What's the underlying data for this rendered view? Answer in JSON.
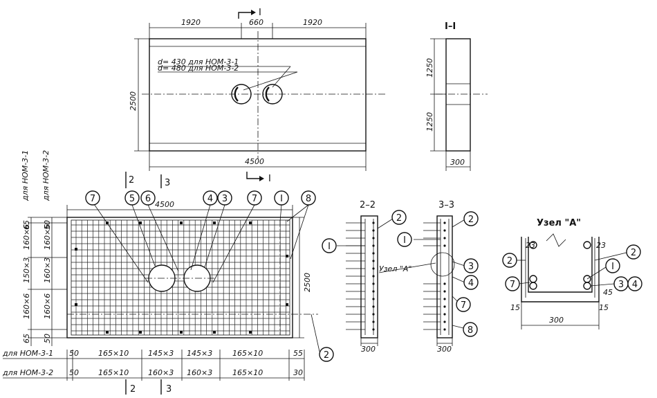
{
  "plan": {
    "dim_left": "1920",
    "dim_mid": "660",
    "dim_right": "1920",
    "dim_height": "2500",
    "dim_length": "4500",
    "hole_note_1": "d= 430  для НОМ-3-1",
    "hole_note_2": "d= 480  для НОМ-3-2",
    "section_mark": "I"
  },
  "section_I": {
    "title": "I–I",
    "dim_top": "1250",
    "dim_bottom": "1250",
    "dim_width": "300"
  },
  "reinforcement": {
    "dim_length": "4500",
    "dim_height": "2500",
    "left_col1_label": "для НОМ-3-1",
    "left_col2_label": "для НОМ-3-2",
    "left_dims_col1": [
      "65",
      "160×6",
      "150×3",
      "160×6",
      "65"
    ],
    "left_dims_col2": [
      "50",
      "160×6",
      "160×3",
      "160×6",
      "50"
    ],
    "row1_label": "для НОМ-3-1",
    "row1_dims": [
      "50",
      "165×10",
      "145×3",
      "145×3",
      "165×10",
      "55"
    ],
    "row2_label": "для НОМ-3-2",
    "row2_dims": [
      "50",
      "165×10",
      "160×3",
      "160×3",
      "165×10",
      "30"
    ],
    "cut_marks": [
      "2",
      "3"
    ],
    "callouts": [
      "7",
      "5",
      "6",
      "4",
      "3",
      "7",
      "I",
      "8",
      "2"
    ]
  },
  "section_2_2": {
    "title": "2–2",
    "dim_width": "300",
    "callouts": [
      "2",
      "I"
    ],
    "note": "Узел \"А\""
  },
  "section_3_3": {
    "title": "3–3",
    "dim_width": "300",
    "callouts": [
      "2",
      "I",
      "3",
      "4",
      "7",
      "8"
    ]
  },
  "node_A": {
    "title": "Узел \"А\"",
    "dim_left": "23",
    "dim_right": "23",
    "dim_bottom_left": "15",
    "dim_bottom_right": "15",
    "dim_small": "45",
    "dim_width": "300",
    "callouts": [
      "2",
      "2",
      "I",
      "7",
      "3",
      "4"
    ]
  }
}
